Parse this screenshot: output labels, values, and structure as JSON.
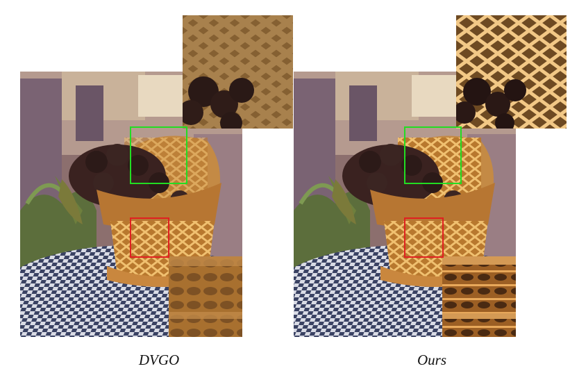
{
  "captions": {
    "left": "DVGO",
    "right": "Ours"
  },
  "colors": {
    "highlight_top": "#22dd22",
    "highlight_bottom": "#e02020"
  },
  "icons": [
    "basket-scene-image",
    "zoom-inset-top",
    "zoom-inset-bottom"
  ]
}
